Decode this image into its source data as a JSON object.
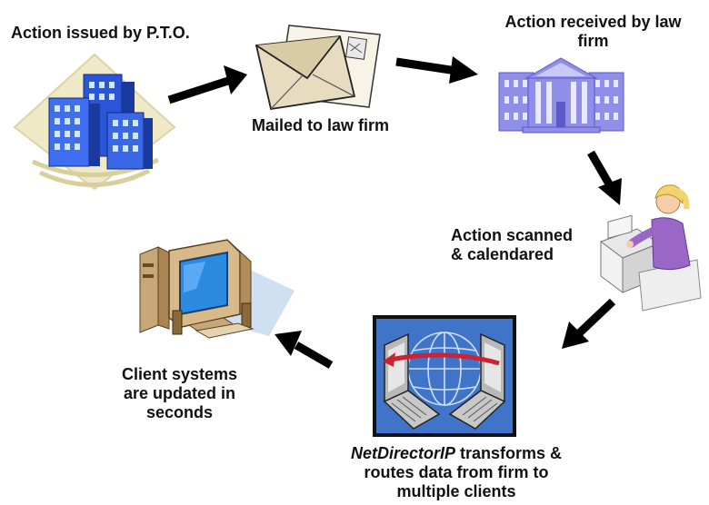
{
  "steps": {
    "issued": {
      "label": "Action issued by P.T.O."
    },
    "mailed": {
      "label": "Mailed to law firm"
    },
    "received": {
      "line1": "Action received by law",
      "line2": "firm"
    },
    "scanned": {
      "line1": "Action scanned",
      "line2": "& calendared"
    },
    "netdirector": {
      "product": "NetDirectorIP",
      "line1_rest": " transforms &",
      "line2": "routes data from firm to",
      "line3": "multiple clients"
    },
    "client": {
      "line1": "Client systems",
      "line2": "are updated in",
      "line3": "seconds"
    }
  },
  "icons": {
    "pto": "office-building-icon",
    "mail": "envelope-icon",
    "lawfirm": "courthouse-icon",
    "scanner": "office-worker-icon",
    "netdirector": "network-globe-icon",
    "client": "desktop-computer-icon"
  },
  "colors": {
    "building_blue": "#2f5fe0",
    "courthouse": "#8f8fe8",
    "network_bg": "#3f74c8",
    "flow_arrow": "#cc2233",
    "arrow": "#000000"
  }
}
